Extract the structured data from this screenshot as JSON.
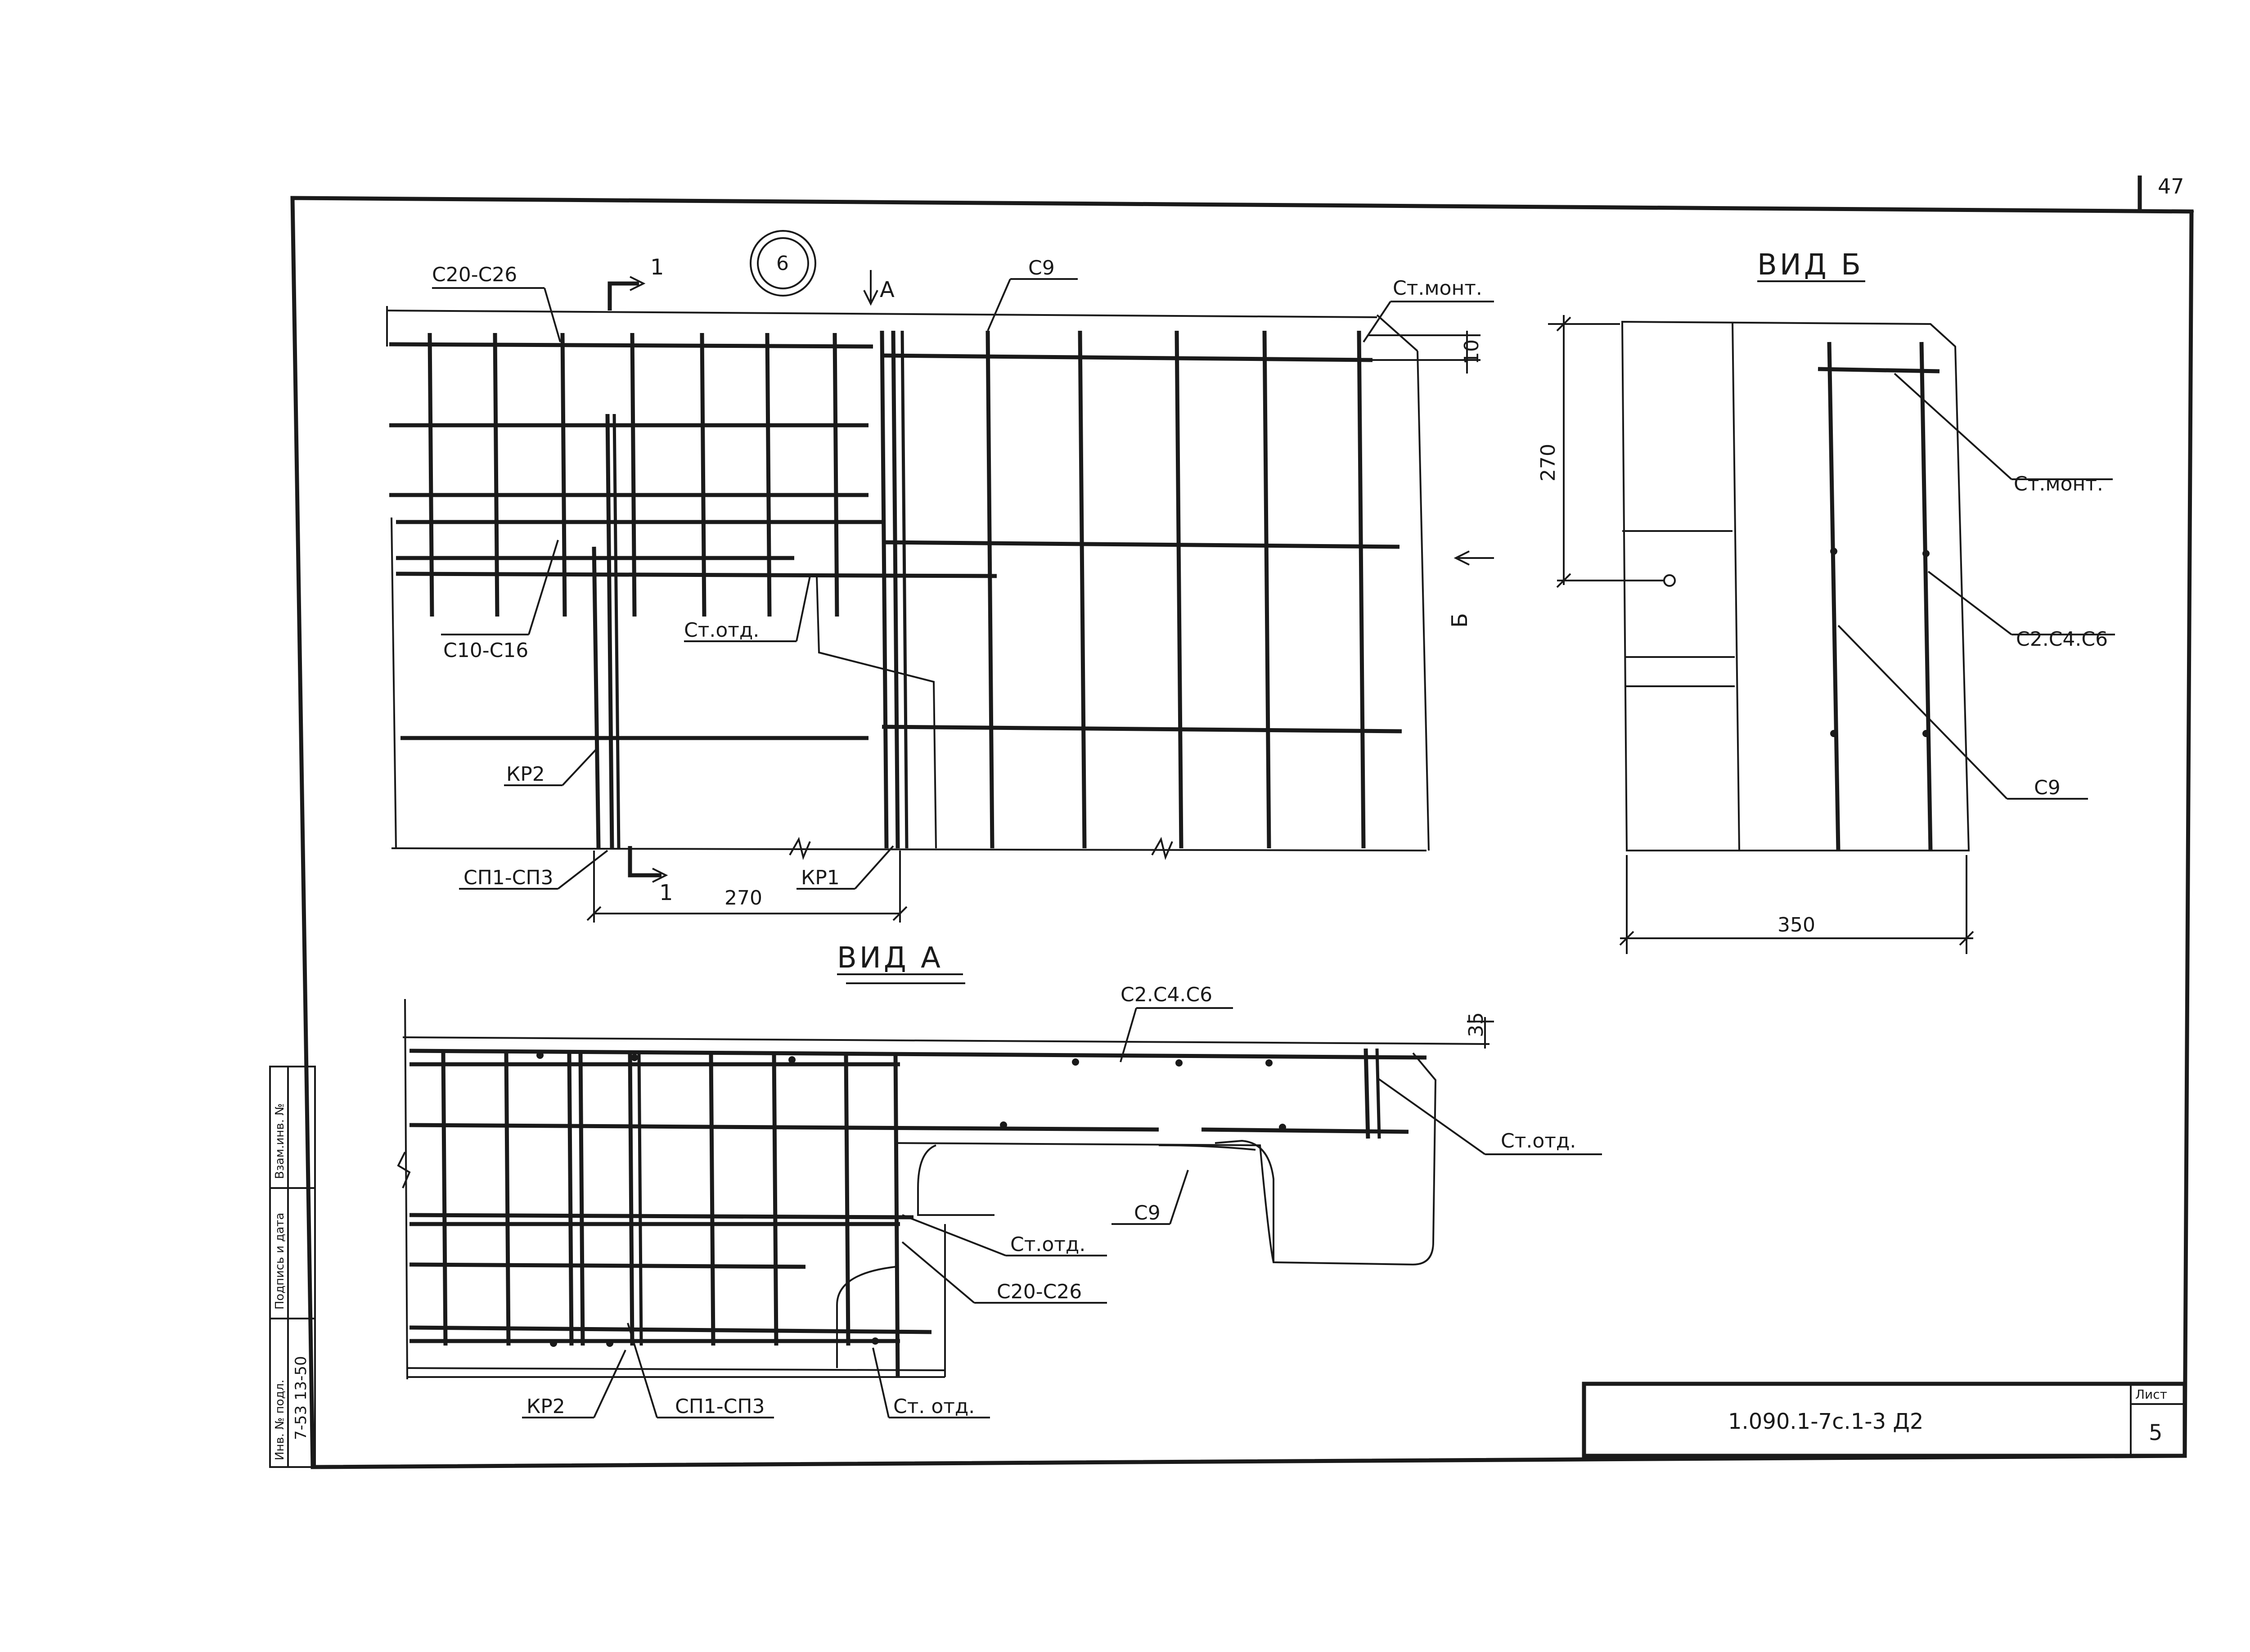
{
  "sheet": {
    "page_number": "47",
    "section_mark": "6",
    "section_cut_label": "1",
    "view_arrow_a": "A",
    "view_arrow_b": "Б"
  },
  "main_view": {
    "labels": {
      "c20_c26": "С20-С26",
      "c9": "С9",
      "st_mont": "Ст.монт.",
      "c10_c16": "С10-С16",
      "st_otd": "Ст.отд.",
      "kp2": "КР2",
      "sp1_sp3": "СП1-СП3",
      "kp1": "КР1"
    },
    "dimensions": {
      "top_offset": "10",
      "bottom_span": "270"
    }
  },
  "view_b": {
    "title": "ВИД Б",
    "labels": {
      "st_mont": "Ст.монт.",
      "c2_c4_c6": "С2.С4.С6",
      "c9": "С9"
    },
    "dimensions": {
      "height": "270",
      "width": "350"
    }
  },
  "view_a": {
    "title": "ВИД А",
    "labels": {
      "c2_c4_c6": "С2.С4.С6",
      "st_otd_right": "Ст.отд.",
      "c9": "С9",
      "st_otd_mid": "Ст.отд.",
      "c20_c26": "С20-С26",
      "kp2": "КР2",
      "sp1_sp3": "СП1-СП3",
      "st_otd_bottom": "Ст. отд."
    },
    "dimensions": {
      "top_offset": "35"
    }
  },
  "title_block": {
    "designation": "1.090.1-7с.1-3 Д2",
    "sheet_label": "Лист",
    "sheet_number": "5"
  },
  "stamp": {
    "inv_no": "Инв. № подл.",
    "sign_date": "Подпись и дата",
    "replace_inv": "Взам.инв. №",
    "handwritten_no": "7-53 13-50"
  }
}
